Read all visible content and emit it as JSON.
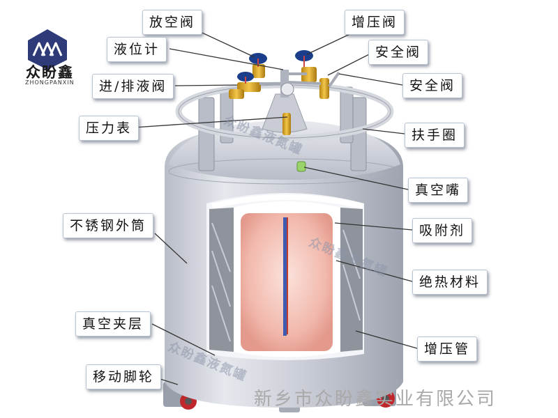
{
  "logo": {
    "name": "众盼鑫",
    "sub": "ZHONGPANXIN"
  },
  "labels": {
    "vent_valve": "放空阀",
    "pressurize_valve": "增压阀",
    "level_gauge": "液位计",
    "safety_valve_1": "安全阀",
    "fill_drain_valve": "进/排液阀",
    "safety_valve_2": "安全阀",
    "pressure_gauge": "压力表",
    "handrail_ring": "扶手圈",
    "vacuum_nozzle": "真空嘴",
    "outer_shell": "不锈钢外筒",
    "adsorbent": "吸附剂",
    "insulation": "绝热材料",
    "vacuum_interlayer": "真空夹层",
    "pressurize_tube": "增压管",
    "casters": "移动脚轮"
  },
  "watermarks": {
    "w1": "众盼鑫液氮罐",
    "w2": "众盼鑫液氮罐",
    "w3": "众盼鑫液氮罐"
  },
  "company": "新乡市众盼鑫实业有限公司",
  "colors": {
    "shell": "#c6cad4",
    "valve_handle": "#1a3e8c",
    "brass": "#d9a21b",
    "inner_glow": "#f2b9ad",
    "leader": "#333333"
  }
}
